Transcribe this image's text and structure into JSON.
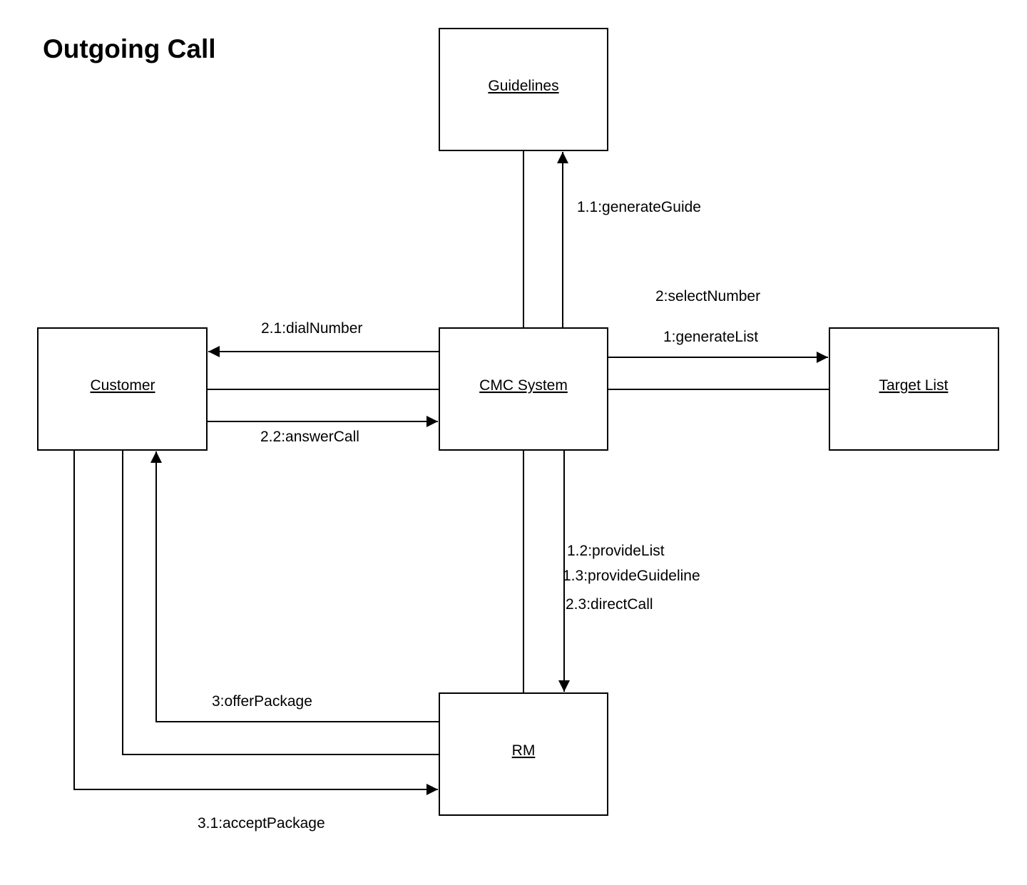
{
  "title": "Outgoing Call",
  "objects": {
    "guidelines": "Guidelines",
    "customer": "Customer",
    "cmc_system": "CMC System",
    "target_list": "Target List",
    "rm": "RM"
  },
  "messages": {
    "generate_guide": "1.1:generateGuide",
    "select_number": "2:selectNumber",
    "generate_list": "1:generateList",
    "dial_number": "2.1:dialNumber",
    "answer_call": "2.2:answerCall",
    "provide_list": "1.2:provideList",
    "provide_guideline": "1.3:provideGuideline",
    "direct_call": "2.3:directCall",
    "offer_package": "3:offerPackage",
    "accept_package": "3.1:acceptPackage"
  }
}
